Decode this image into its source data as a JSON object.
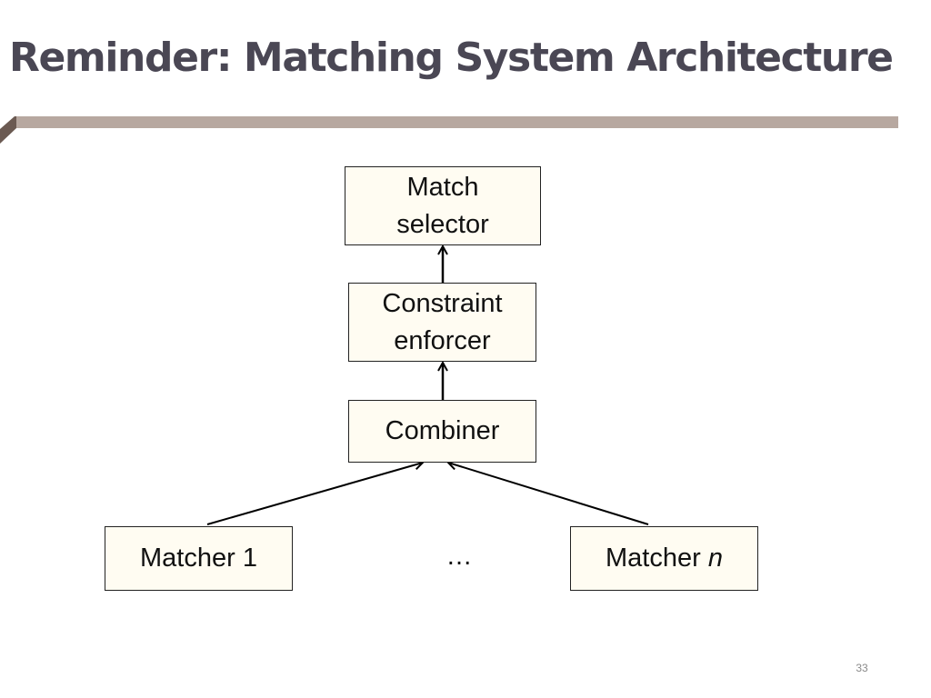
{
  "slide": {
    "title": "Reminder: Matching System Architecture",
    "page_number": "33",
    "colors": {
      "title": "#4a4754",
      "rule": "#b7a8a0",
      "rule_accent": "#6b5a52",
      "box_fill": "#fffcf2",
      "box_border": "#222222"
    }
  },
  "diagram": {
    "match_selector": {
      "line1": "Match",
      "line2": "selector"
    },
    "constraint_enforcer": {
      "line1": "Constraint",
      "line2": "enforcer"
    },
    "combiner": "Combiner",
    "matcher_1": "Matcher 1",
    "matcher_n": {
      "prefix": "Matcher ",
      "variable": "n"
    },
    "ellipsis": "…"
  }
}
